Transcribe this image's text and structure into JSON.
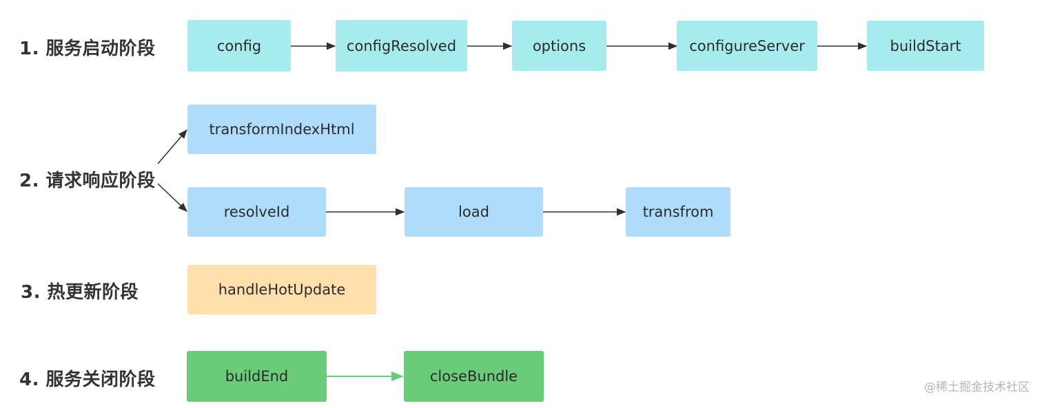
{
  "stages": [
    {
      "label": "1. 服务启动阶段"
    },
    {
      "label": "2. 请求响应阶段"
    },
    {
      "label": "3. 热更新阶段"
    },
    {
      "label": "4. 服务关闭阶段"
    }
  ],
  "nodes": {
    "config": "config",
    "configResolved": "configResolved",
    "options": "options",
    "configureServer": "configureServer",
    "buildStart": "buildStart",
    "transformIndexHtml": "transformIndexHtml",
    "resolveId": "resolveId",
    "load": "load",
    "transfrom": "transfrom",
    "handleHotUpdate": "handleHotUpdate",
    "buildEnd": "buildEnd",
    "closeBundle": "closeBundle"
  },
  "colors": {
    "startup": "#a6ecef",
    "request": "#aedcfa",
    "hot_update": "#ffdfab",
    "shutdown": "#6acb78",
    "arrow": "#2f2f2f",
    "arrow_green": "#6acb78"
  },
  "watermark": "@稀土掘金技术社区"
}
